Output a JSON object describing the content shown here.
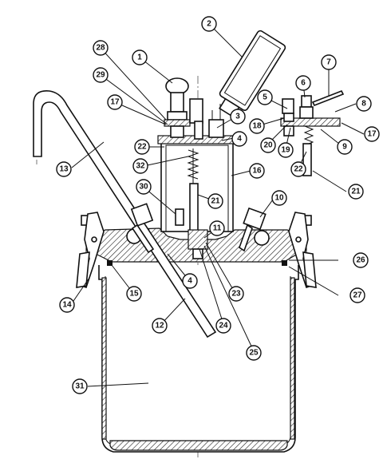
{
  "callouts": [
    {
      "id": "c1",
      "label": "1"
    },
    {
      "id": "c2",
      "label": "2"
    },
    {
      "id": "c3",
      "label": "3"
    },
    {
      "id": "c4a",
      "label": "4"
    },
    {
      "id": "c4b",
      "label": "4"
    },
    {
      "id": "c5",
      "label": "5"
    },
    {
      "id": "c6",
      "label": "6"
    },
    {
      "id": "c7",
      "label": "7"
    },
    {
      "id": "c8",
      "label": "8"
    },
    {
      "id": "c9",
      "label": "9"
    },
    {
      "id": "c10",
      "label": "10"
    },
    {
      "id": "c11",
      "label": "11"
    },
    {
      "id": "c12",
      "label": "12"
    },
    {
      "id": "c13",
      "label": "13"
    },
    {
      "id": "c14",
      "label": "14"
    },
    {
      "id": "c15",
      "label": "15"
    },
    {
      "id": "c16",
      "label": "16"
    },
    {
      "id": "c17a",
      "label": "17"
    },
    {
      "id": "c17b",
      "label": "17"
    },
    {
      "id": "c18",
      "label": "18"
    },
    {
      "id": "c19",
      "label": "19"
    },
    {
      "id": "c20",
      "label": "20"
    },
    {
      "id": "c21a",
      "label": "21"
    },
    {
      "id": "c21b",
      "label": "21"
    },
    {
      "id": "c22a",
      "label": "22"
    },
    {
      "id": "c22b",
      "label": "22"
    },
    {
      "id": "c23",
      "label": "23"
    },
    {
      "id": "c24",
      "label": "24"
    },
    {
      "id": "c25",
      "label": "25"
    },
    {
      "id": "c26",
      "label": "26"
    },
    {
      "id": "c27",
      "label": "27"
    },
    {
      "id": "c28",
      "label": "28"
    },
    {
      "id": "c29",
      "label": "29"
    },
    {
      "id": "c30",
      "label": "30"
    },
    {
      "id": "c31",
      "label": "31"
    },
    {
      "id": "c32",
      "label": "32"
    }
  ]
}
